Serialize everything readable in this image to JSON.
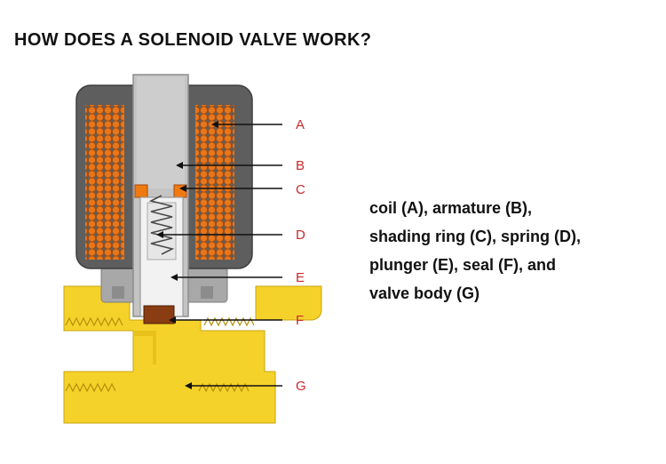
{
  "title": "HOW DOES A SOLENOID VALVE WORK?",
  "labels": [
    "A",
    "B",
    "C",
    "D",
    "E",
    "F",
    "G"
  ],
  "description": [
    "coil (A), armature (B),",
    "shading ring (C), spring (D),",
    "plunger (E), seal (F), and",
    "valve body (G)"
  ],
  "colors": {
    "coil_housing": "#5e5e5e",
    "coil_wire": "#e8761a",
    "armature_tube": "#c4c4c4",
    "plunger": "#f2f2f2",
    "shading_ring": "#f07a12",
    "seal": "#8a3c12",
    "valve_body": "#f5d22a",
    "label": "#cc2a2a"
  }
}
